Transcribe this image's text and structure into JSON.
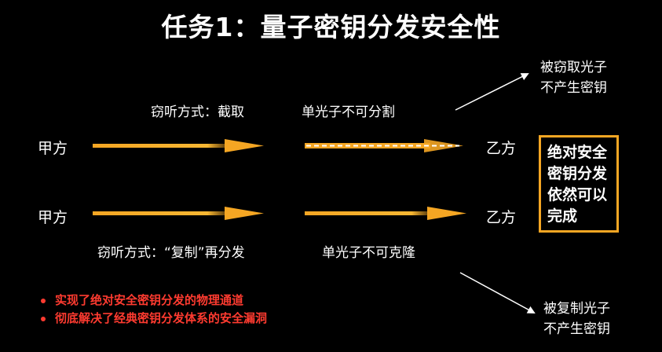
{
  "title": "任务1：量子密钥分发安全性",
  "rows": [
    {
      "sender": "甲方",
      "receiver": "乙方",
      "eavesdrop_method": "窃听方式：截取",
      "principle": "单光子不可分割",
      "outcome_lines": [
        "被窃取光子",
        "不产生密钥"
      ]
    },
    {
      "sender": "甲方",
      "receiver": "乙方",
      "eavesdrop_method": "窃听方式：“复制”再分发",
      "principle": "单光子不可克隆",
      "outcome_lines": [
        "被复制光子",
        "不产生密钥"
      ]
    }
  ],
  "conclusion_lines": [
    "绝对安全",
    "密钥分发",
    "依然可以",
    "完成"
  ],
  "bullets": [
    "实现了绝对安全密钥分发的物理通道",
    "彻底解决了经典密钥分发体系的安全漏洞"
  ],
  "colors": {
    "background": "#000000",
    "text": "#ffffff",
    "arrow": "#f5a623",
    "box_border": "#f5a623",
    "bullet_text": "#ff3b30"
  }
}
